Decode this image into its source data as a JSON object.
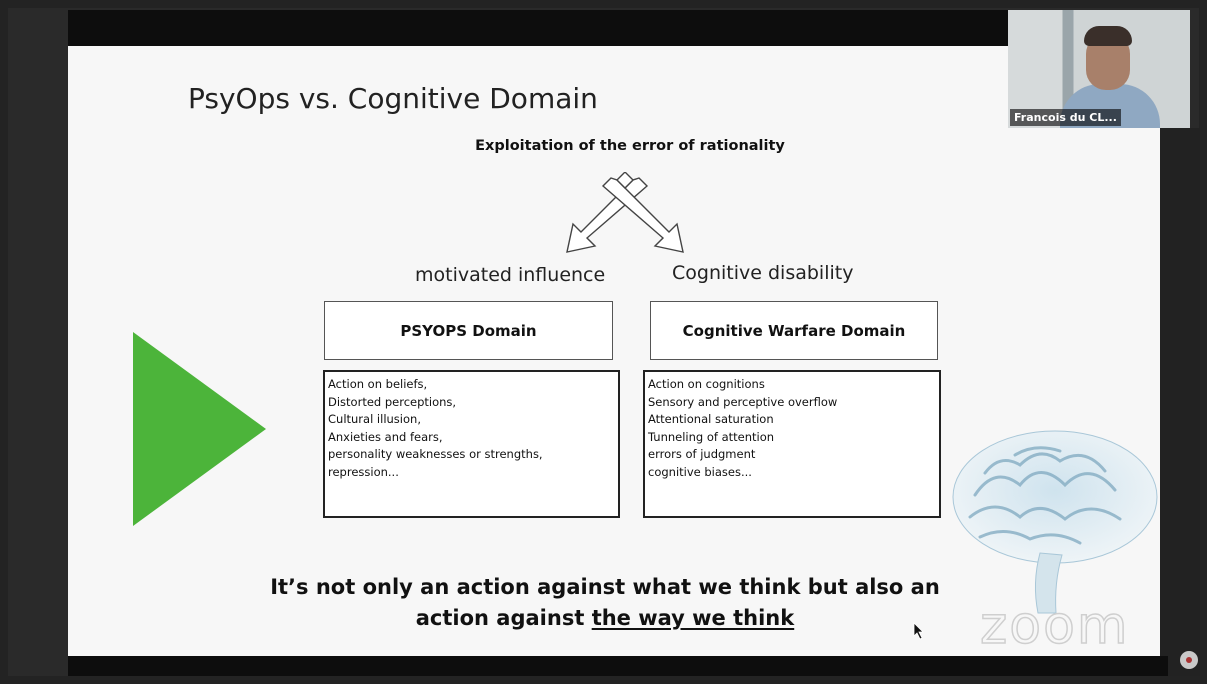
{
  "slide": {
    "title": "PsyOps vs. Cognitive Domain",
    "subtitle": "Exploitation of the error of rationality",
    "left_branch_label": "motivated influence",
    "right_branch_label": "Cognitive disability",
    "left_domain": {
      "title": "PSYOPS Domain",
      "items": [
        "Action on beliefs,",
        "Distorted perceptions,",
        "Cultural illusion,",
        "Anxieties and fears,",
        "personality weaknesses or strengths,",
        "repression..."
      ]
    },
    "right_domain": {
      "title": "Cognitive Warfare Domain",
      "items": [
        "Action on cognitions",
        "Sensory and perceptive overflow",
        "Attentional saturation",
        "Tunneling of attention",
        "errors of judgment",
        "cognitive biases..."
      ]
    },
    "conclusion_line1": "It’s not only an action against what we think but also an",
    "conclusion_line2_prefix": "action against ",
    "conclusion_line2_underlined": "the way we think",
    "accent_color": "#4cb43a"
  },
  "participant": {
    "name": "Francois du CL..."
  },
  "watermark": "zoom",
  "icons": {
    "play_triangle": "play-triangle-icon",
    "brain": "brain-icon",
    "cursor": "mouse-cursor-icon",
    "recording": "recording-indicator-icon"
  }
}
